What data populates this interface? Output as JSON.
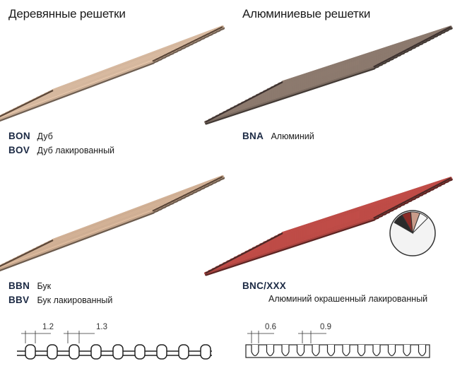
{
  "columns": {
    "wood": {
      "title": "Деревянные решетки"
    },
    "aluminium": {
      "title": "Алюминиевые решетки"
    }
  },
  "products": {
    "bon": {
      "code": "BON",
      "name": "Дуб"
    },
    "bov": {
      "code": "BOV",
      "name": "Дуб лакированный"
    },
    "bbn": {
      "code": "BBN",
      "name": "Бук"
    },
    "bbv": {
      "code": "BBV",
      "name": "Бук лакированный"
    },
    "bna": {
      "code": "BNA",
      "name": "Алюминий"
    },
    "bnc": {
      "code": "BNC/XXX",
      "name": "Алюминий окрашенный лакированный"
    }
  },
  "profiles": {
    "wood": {
      "dim_a": "1.2",
      "dim_b": "1.3"
    },
    "aluminium": {
      "dim_a": "0.6",
      "dim_b": "0.9"
    }
  },
  "colors": {
    "oak": "#c9ad95",
    "beech": "#c4a58c",
    "aluminium": "#7a6a60",
    "painted": "#a8433f",
    "code_text": "#1c2a44"
  }
}
